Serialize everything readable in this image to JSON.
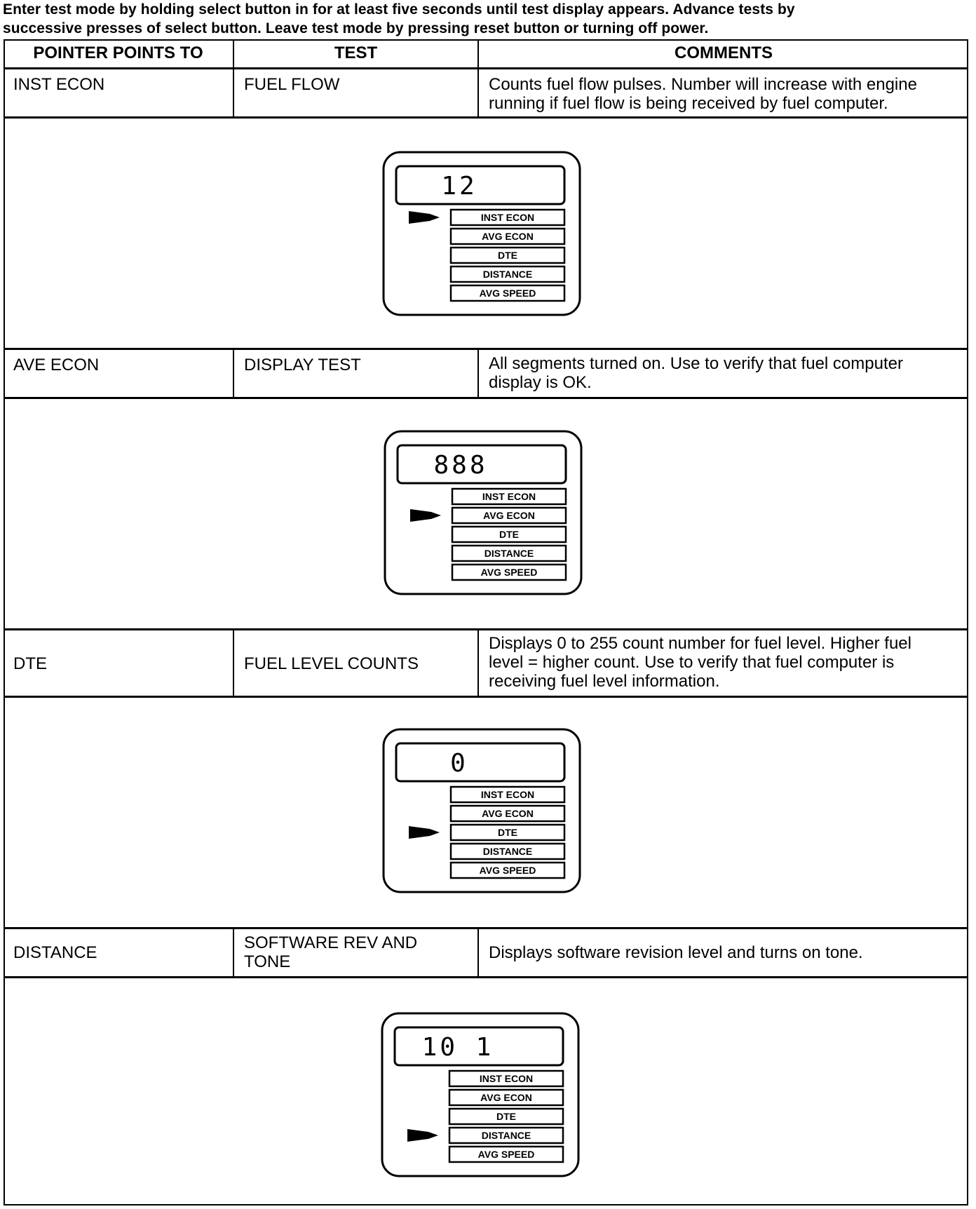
{
  "intro": [
    "Enter test mode by holding select button in for at least five seconds until test display appears. Advance tests by",
    "successive presses of select button. Leave test mode by pressing reset button or turning off power."
  ],
  "headers": {
    "pointer": "POINTER POINTS TO",
    "test": "TEST",
    "comments": "COMMENTS"
  },
  "rows": [
    {
      "pointer": "INST ECON",
      "test": [
        "FUEL FLOW"
      ],
      "comments": [
        "Counts fuel flow pulses. Number will increase with engine",
        "running if fuel flow is being received by fuel computer."
      ],
      "display": "12",
      "active_index": 0
    },
    {
      "pointer": "AVE ECON",
      "test": [
        "DISPLAY TEST"
      ],
      "comments": [
        "All segments turned on. Use to verify that fuel computer",
        "display is OK."
      ],
      "display": "888",
      "active_index": 1
    },
    {
      "pointer": "DTE",
      "test": [
        "FUEL LEVEL COUNTS"
      ],
      "comments": [
        "Displays 0 to 255 count number for fuel level. Higher fuel",
        "level = higher count. Use to verify that fuel computer is",
        "receiving fuel level information."
      ],
      "display": "0",
      "active_index": 2
    },
    {
      "pointer": "DISTANCE",
      "test": [
        "SOFTWARE REV AND",
        "TONE"
      ],
      "comments": [
        "Displays software revision level and turns on tone."
      ],
      "display": "10 1",
      "active_index": 3
    }
  ],
  "menu_items": [
    "INST ECON",
    "AVG ECON",
    "DTE",
    "DISTANCE",
    "AVG SPEED"
  ]
}
